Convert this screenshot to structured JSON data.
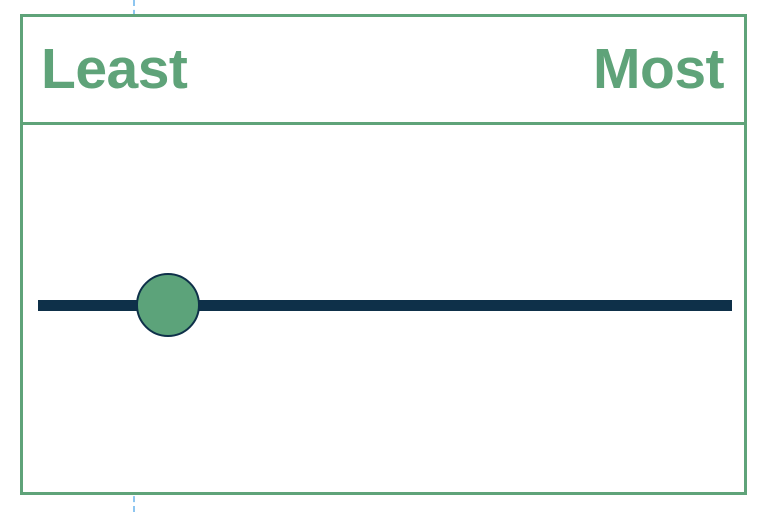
{
  "card": {
    "header": {
      "left_label": "Least",
      "right_label": "Most"
    }
  },
  "slider": {
    "name": "rating-slider",
    "min_label": "Least",
    "max_label": "Most",
    "value_percent": 19,
    "orientation": "horizontal"
  },
  "colors": {
    "accent_green": "#5FA379",
    "thumb_green": "#5CA37A",
    "track_navy": "#0E3049",
    "guide_blue": "#8EC6F0",
    "background": "#FFFFFF"
  },
  "guides": {
    "vertical_guide_label": "alignment-guide"
  }
}
